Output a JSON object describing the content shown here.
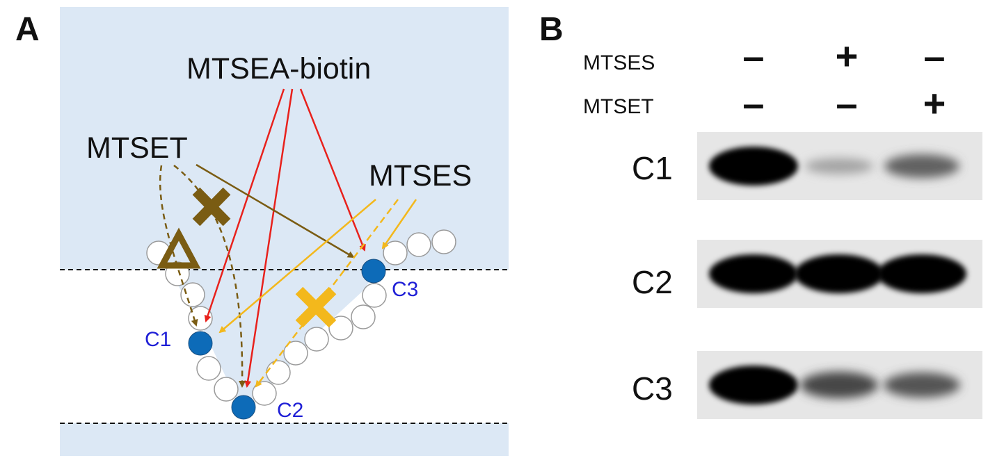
{
  "panel_a": {
    "letter": "A",
    "reagents": {
      "mtsea_biotin": "MTSEA-biotin",
      "mtset": "MTSET",
      "mtses": "MTSES"
    },
    "sites": {
      "c1": "C1",
      "c2": "C2",
      "c3": "C3"
    },
    "colors": {
      "background_region": "#dce8f5",
      "mtsea_arrow": "#e8211c",
      "mtset_arrow": "#7a5c13",
      "mtses_arrow": "#f3b81c",
      "cysteine_site": "#0d6bb8",
      "residue": "#ffffff",
      "site_label": "#1f1fd6"
    }
  },
  "panel_b": {
    "letter": "B",
    "conditions": {
      "mtses_label": "MTSES",
      "mtset_label": "MTSET",
      "mtses_signs": [
        "–",
        "+",
        "–"
      ],
      "mtset_signs": [
        "–",
        "–",
        "+"
      ]
    },
    "blots": [
      {
        "label": "C1",
        "band_intensities": [
          1.0,
          0.25,
          0.5
        ]
      },
      {
        "label": "C2",
        "band_intensities": [
          1.0,
          1.0,
          1.0
        ]
      },
      {
        "label": "C3",
        "band_intensities": [
          1.0,
          0.6,
          0.55
        ]
      }
    ]
  }
}
